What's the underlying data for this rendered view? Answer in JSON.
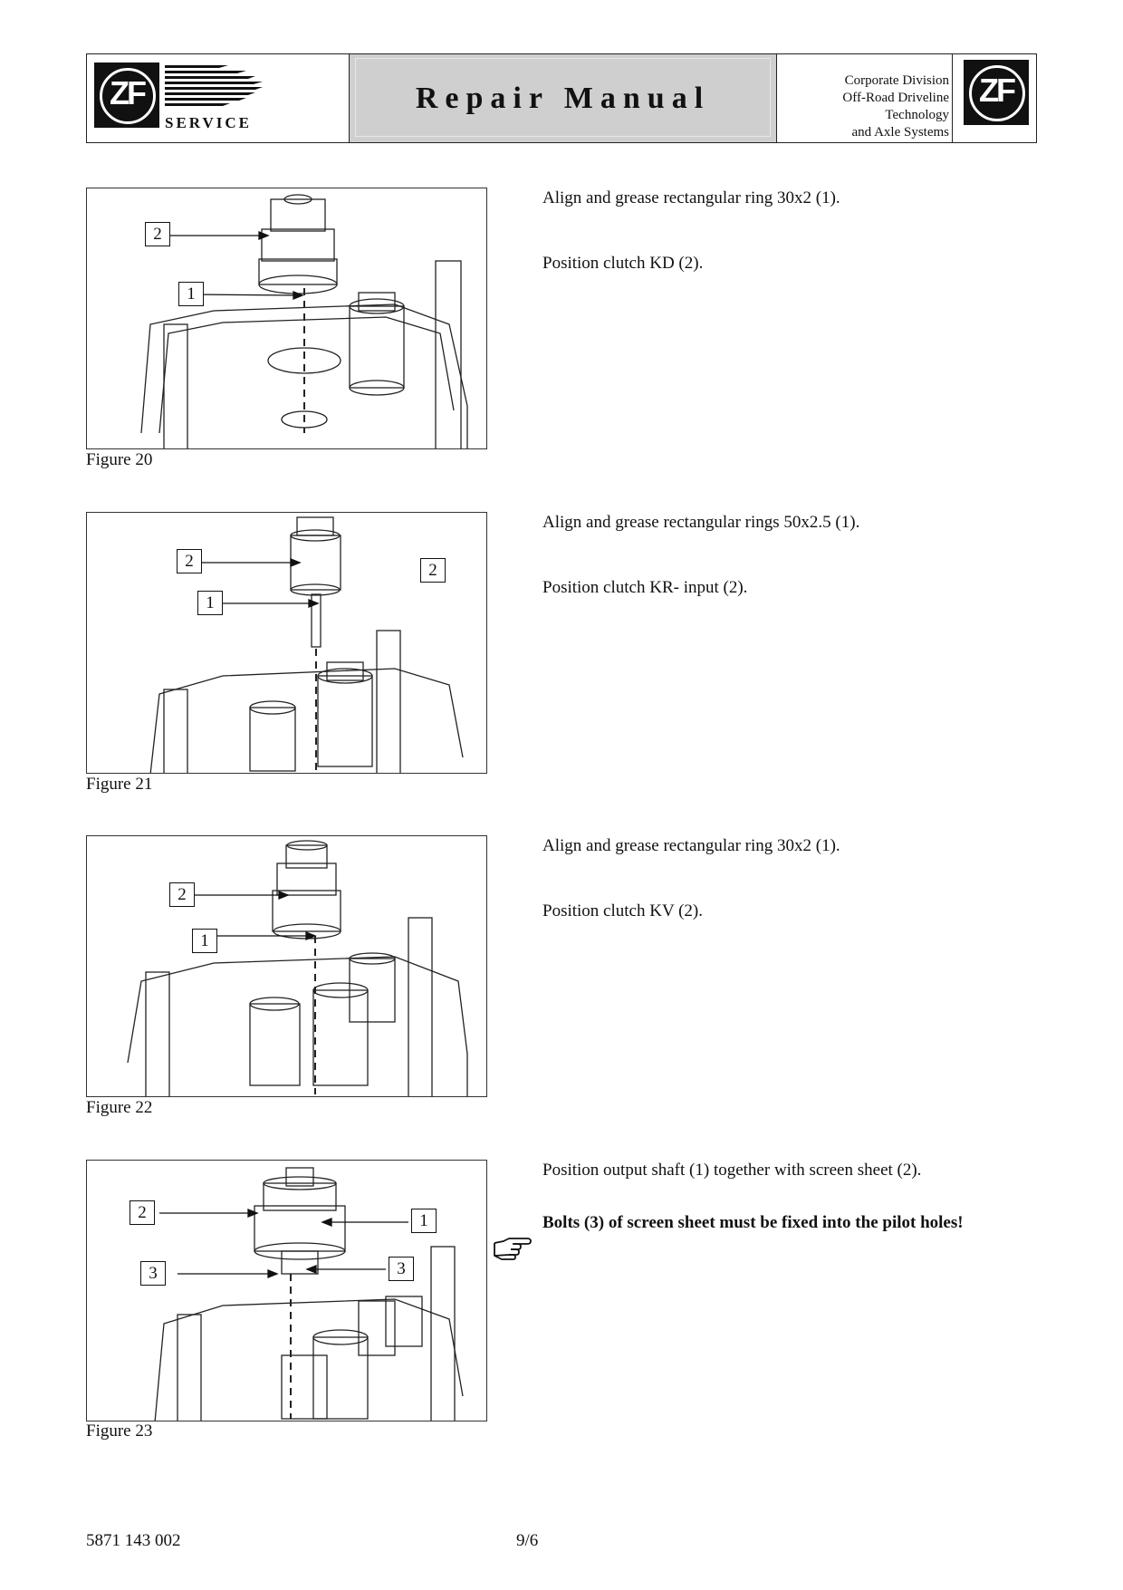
{
  "header": {
    "service_label": "SERVICE",
    "logo_text": "ZF",
    "title": "Repair Manual",
    "division_lines": [
      "Corporate Division",
      "Off-Road Driveline",
      "Technology",
      "and Axle Systems"
    ]
  },
  "figures": [
    {
      "caption": "Figure 20",
      "callouts": [
        "2",
        "1"
      ],
      "steps": [
        "Align and grease rectangular ring 30x2 (1).",
        "Position clutch KD (2)."
      ]
    },
    {
      "caption": "Figure 21",
      "callouts": [
        "2",
        "1",
        "2"
      ],
      "steps": [
        "Align and grease rectangular rings 50x2.5 (1).",
        "Position clutch KR- input (2)."
      ]
    },
    {
      "caption": "Figure 22",
      "callouts": [
        "2",
        "1"
      ],
      "steps": [
        "Align and grease rectangular ring 30x2 (1).",
        "Position clutch KV (2)."
      ]
    },
    {
      "caption": "Figure 23",
      "callouts": [
        "2",
        "1",
        "3",
        "3"
      ],
      "steps": [
        "Position output shaft (1) together with screen sheet (2).",
        "Bolts (3) of screen sheet must be fixed into the pilot holes!"
      ],
      "note_icon": "pointing-hand-icon"
    }
  ],
  "footer": {
    "doc_number": "5871 143 002",
    "page": "9/6"
  }
}
